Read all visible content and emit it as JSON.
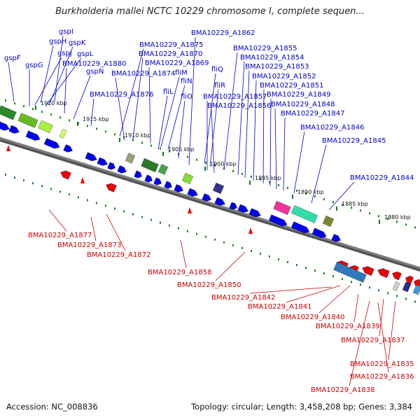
{
  "title": "Burkholderia mallei NCTC 10229 chromosome I, complete sequen...",
  "footer": {
    "accession": "Accession: NC_008836",
    "summary": "Topology: circular; Length: 3,458,208 bp; Genes: 3,384"
  },
  "colors": {
    "forward_label": "#0000cc",
    "reverse_label": "#cc0000",
    "forward_gene": "#0000ee",
    "reverse_gene": "#ee0000",
    "gc_dots": "#118811",
    "backbone": "#808080"
  },
  "scale_labels": [
    "1920 kbp",
    "1915 kbp",
    "1910 kbp",
    "1905 kbp",
    "1900 kbp",
    "1895 kbp",
    "1890 kbp",
    "1885 kbp",
    "1880 kbp"
  ],
  "forward_labels": [
    "gspI",
    "gspH",
    "gspK",
    "gspJ",
    "gspF",
    "gspG",
    "gspL",
    "BMA10229_A1880",
    "gspN",
    "BMA10229_A1875",
    "BMA10229_A1870",
    "BMA10229_A1869",
    "BMA10229_A1874",
    "fliM",
    "fliN",
    "fliL",
    "fliO",
    "BMA10229_A1876",
    "BMA10229_A1862",
    "BMA10229_A1855",
    "BMA10229_A1854",
    "BMA10229_A1853",
    "BMA10229_A1852",
    "BMA10229_A1851",
    "BMA10229_A1849",
    "BMA10229_A1848",
    "BMA10229_A1847",
    "BMA10229_A1846",
    "BMA10229_A1845",
    "BMA10229_A1844",
    "fliQ",
    "fliR",
    "BMA10229_A1857",
    "BMA10229_A1856"
  ],
  "reverse_labels": [
    "BMA10229_A1877",
    "BMA10229_A1873",
    "BMA10229_A1872",
    "BMA10229_A1858",
    "BMA10229_A1850",
    "BMA10229_A1842",
    "BMA10229_A1841",
    "BMA10229_A1840",
    "BMA10229_A1839",
    "BMA10229_A1837",
    "BMA10229_A1835",
    "BMA10229_A1836",
    "BMA10229_A1838"
  ]
}
